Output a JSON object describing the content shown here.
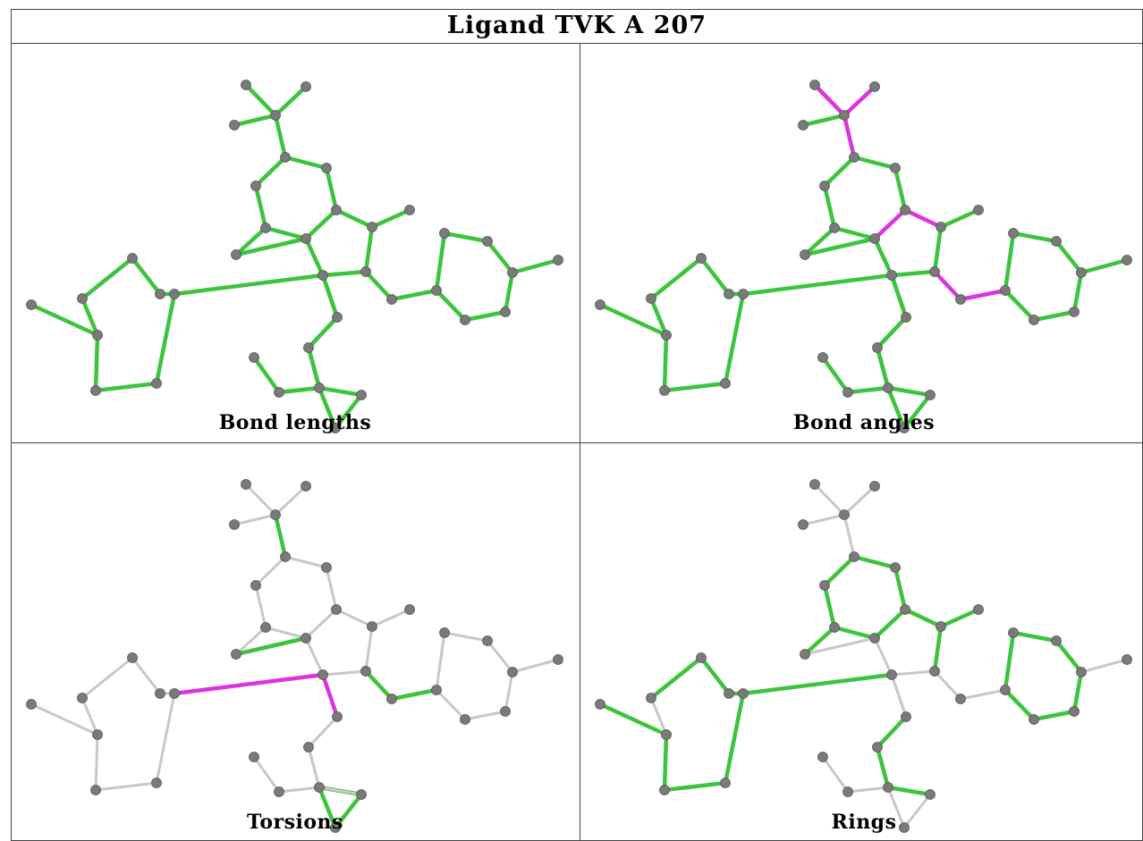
{
  "title": "Ligand TVK A 207",
  "colors": {
    "good": "#3cc43c",
    "outlier": "#dd33dd",
    "neutral": "#c8c8c8",
    "atom": "#7a7a7a"
  },
  "panels": [
    {
      "caption": "Bond lengths",
      "bond_colors": [
        "g",
        "g",
        "g",
        "g",
        "g",
        "g",
        "g",
        "g",
        "g",
        "g",
        "g",
        "g",
        "g",
        "g",
        "g",
        "g",
        "g",
        "g",
        "g",
        "g",
        "g",
        "g",
        "g",
        "g",
        "g",
        "g",
        "g",
        "g",
        "g",
        "g",
        "g",
        "g",
        "g",
        "g",
        "g",
        "g",
        "g",
        "g",
        "g",
        "n",
        "g",
        "g",
        "g",
        "g",
        "g",
        "g",
        "g",
        "g"
      ]
    },
    {
      "caption": "Bond angles",
      "bond_colors": [
        "m",
        "m",
        "g",
        "m",
        "g",
        "g",
        "g",
        "g",
        "g",
        "m",
        "m",
        "g",
        "g",
        "g",
        "g",
        "g",
        "g",
        "g",
        "g",
        "g",
        "g",
        "g",
        "g",
        "g",
        "g",
        "m",
        "m",
        "g",
        "g",
        "g",
        "g",
        "g",
        "g",
        "g",
        "g",
        "g",
        "g",
        "g",
        "n",
        "n",
        "g",
        "g",
        "g",
        "g",
        "g",
        "g",
        "g",
        "g"
      ]
    },
    {
      "caption": "Torsions",
      "bond_colors": [
        "n",
        "n",
        "n",
        "g",
        "n",
        "n",
        "n",
        "n",
        "n",
        "n",
        "n",
        "n",
        "n",
        "n",
        "n",
        "n",
        "n",
        "n",
        "n",
        "n",
        "n",
        "n",
        "n",
        "m",
        "n",
        "g",
        "g",
        "n",
        "n",
        "n",
        "n",
        "n",
        "n",
        "n",
        "n",
        "n",
        "n",
        "n",
        "n",
        "g",
        "g",
        "g",
        "g",
        "n",
        "m",
        "n",
        "n",
        "n"
      ]
    },
    {
      "caption": "Rings",
      "bond_colors": [
        "n",
        "n",
        "n",
        "n",
        "g",
        "g",
        "g",
        "g",
        "g",
        "g",
        "g",
        "g",
        "g",
        "n",
        "n",
        "g",
        "g",
        "g",
        "g",
        "g",
        "g",
        "n",
        "g",
        "g",
        "g",
        "n",
        "n",
        "g",
        "g",
        "g",
        "g",
        "g",
        "g",
        "n",
        "n",
        "n",
        "n",
        "n",
        "n",
        "n",
        "n",
        "n",
        "n",
        "n",
        "n",
        "g",
        "g",
        "g"
      ]
    }
  ]
}
